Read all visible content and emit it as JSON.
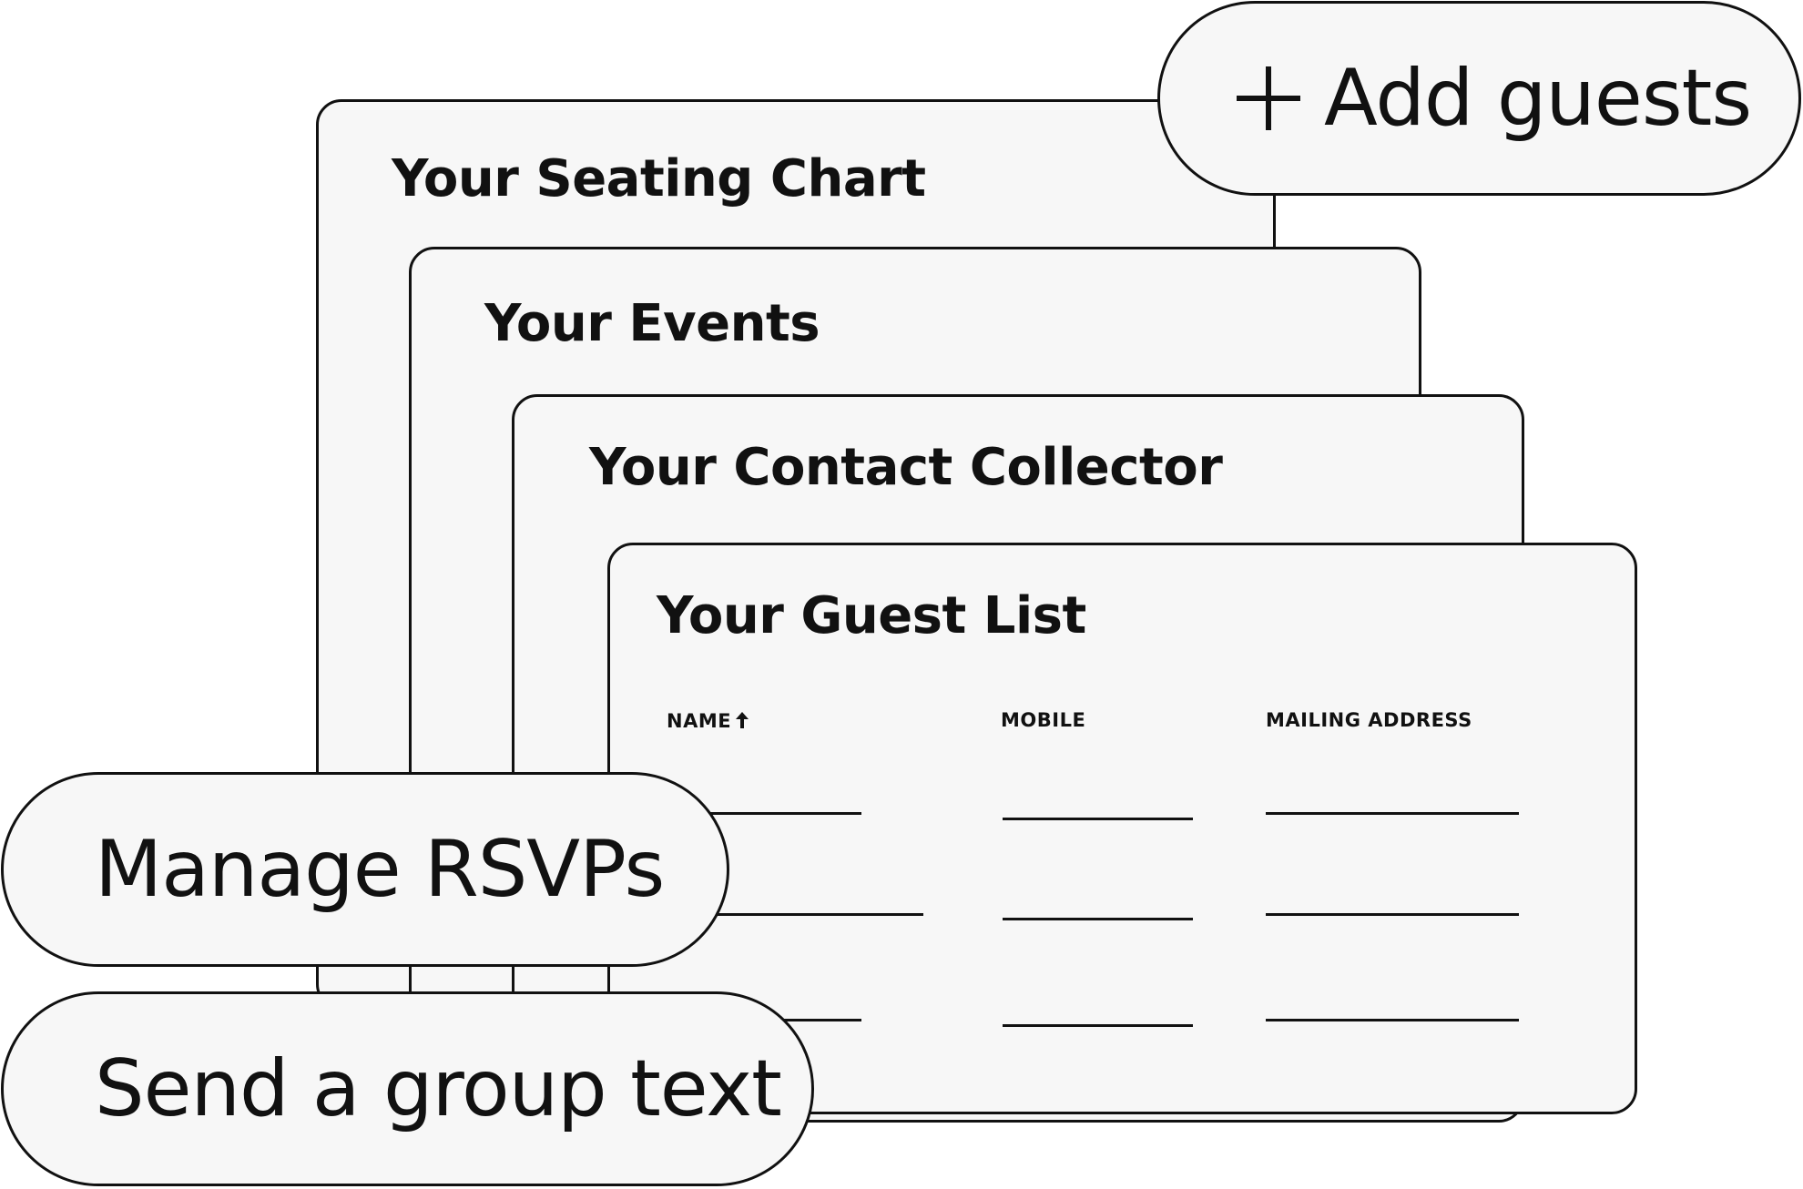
{
  "cards": {
    "seating": {
      "title": "Your Seating Chart"
    },
    "events": {
      "title": "Your Events"
    },
    "contact": {
      "title": "Your Contact Collector"
    },
    "guest_list": {
      "title": "Your Guest List",
      "columns": {
        "name": "NAME",
        "mobile": "MOBILE",
        "address": "MAILING ADDRESS"
      },
      "sort": {
        "column": "name",
        "direction": "ascending",
        "icon": "arrow-up-icon"
      },
      "rows": [
        {
          "name": "",
          "mobile": "",
          "address": ""
        },
        {
          "name": "",
          "mobile": "",
          "address": ""
        },
        {
          "name": "",
          "mobile": "",
          "address": ""
        }
      ]
    }
  },
  "actions": {
    "add_guests": {
      "label": "Add guests",
      "icon": "plus-icon"
    },
    "manage_rsvps": {
      "label": "Manage RSVPs"
    },
    "group_text": {
      "label": "Send a group text"
    }
  },
  "colors": {
    "card_background": "#f7f7f7",
    "outline": "#111111",
    "page_background": "#ffffff"
  }
}
